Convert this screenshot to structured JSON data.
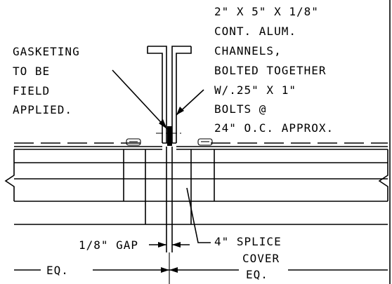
{
  "notes": {
    "gasketing": [
      "GASKETING",
      "TO BE",
      "FIELD",
      "APPLIED."
    ],
    "channels": [
      "2\" X 5\" X 1/8\"",
      "CONT. ALUM.",
      "CHANNELS,",
      "BOLTED TOGETHER",
      "W/.25\" X 1\"",
      "BOLTS @",
      "24\" O.C. APPROX."
    ],
    "gap": "1/8\" GAP",
    "splice_cover": [
      "4\" SPLICE",
      "COVER"
    ],
    "eq_left": "EQ.",
    "eq_right": "EQ."
  }
}
